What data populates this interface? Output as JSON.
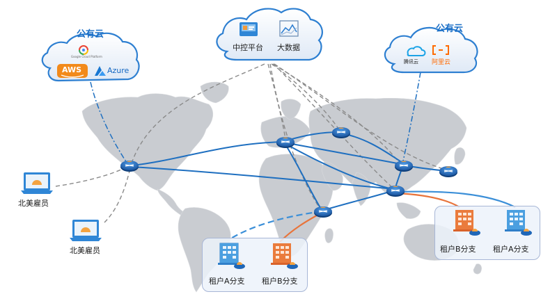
{
  "clouds": {
    "left": {
      "title": "公有云",
      "providers": [
        "AWS",
        "Azure"
      ],
      "gcp_caption": "Google Cloud Platform"
    },
    "center": {
      "items": [
        "中控平台",
        "大数据"
      ]
    },
    "right": {
      "title": "公有云",
      "providers": [
        "腾讯云",
        "阿里云"
      ]
    }
  },
  "employees": [
    {
      "label": "北美雇员"
    },
    {
      "label": "北美雇员"
    }
  ],
  "branch_groups": {
    "bottom": {
      "branches": [
        {
          "label": "租户A分支"
        },
        {
          "label": "租户B分支"
        }
      ]
    },
    "right": {
      "branches": [
        {
          "label": "租户B分支"
        },
        {
          "label": "租户A分支"
        }
      ]
    }
  },
  "colors": {
    "backbone": "#1e6fc0",
    "cloud_link": "#888888",
    "branch_a_link": "#3b8fd8",
    "branch_b_link": "#e8743b",
    "map": "#c9ccd1",
    "router": "#1f66b7"
  }
}
